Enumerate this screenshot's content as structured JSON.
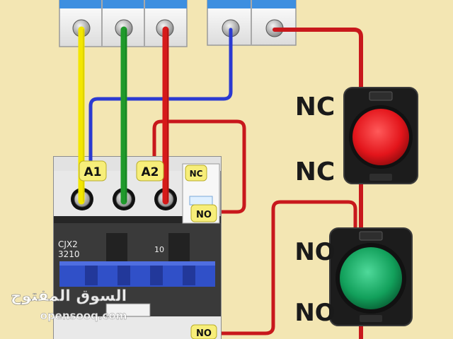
{
  "labels": {
    "top_button_upper": "NC",
    "top_button_lower": "NC",
    "bottom_button_upper": "NO",
    "bottom_button_lower": "NO"
  },
  "contactor": {
    "terminal_a1": "A1",
    "terminal_a2": "A2",
    "aux_nc": "NC",
    "aux_no_top": "NO",
    "aux_no_bottom": "NO",
    "model_line1": "CJX2",
    "model_line2": "3210",
    "marking_10": "10"
  },
  "watermark": {
    "arabic": "السوق المفتوح",
    "latin": "opensooq.com"
  },
  "colors": {
    "background": "#f3e6b3",
    "wire_yellow": "#f2e600",
    "wire_green": "#1f9a2b",
    "wire_red": "#d61a1a",
    "wire_blue": "#2b3ad1",
    "button_red": "#e3151b",
    "button_green": "#12a05b"
  }
}
